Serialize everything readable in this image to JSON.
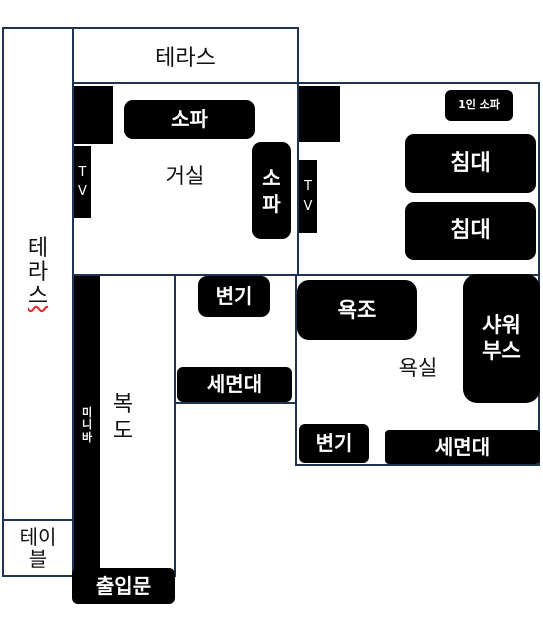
{
  "rooms": {
    "terrace_top": "테라스",
    "terrace_left_chars": [
      "테",
      "라",
      "스"
    ],
    "living_room": "거실",
    "hallway_chars": [
      "복",
      "도"
    ],
    "bathroom": "욕실",
    "table": "테이\n블"
  },
  "furniture": {
    "sofa_horizontal": "소파",
    "sofa_vertical": "소\n파",
    "tv_left_chars": [
      "T",
      "V"
    ],
    "tv_right_chars": [
      "T",
      "V"
    ],
    "single_sofa": "1인 소파",
    "bed_1": "침대",
    "bed_2": "침대",
    "toilet_1": "변기",
    "sink_1": "세면대",
    "bathtub": "욕조",
    "shower_booth": "샤워\n부스",
    "toilet_2": "변기",
    "sink_2": "세면대",
    "minibar_chars": [
      "미",
      "니",
      "바"
    ],
    "entrance": "출입문"
  }
}
